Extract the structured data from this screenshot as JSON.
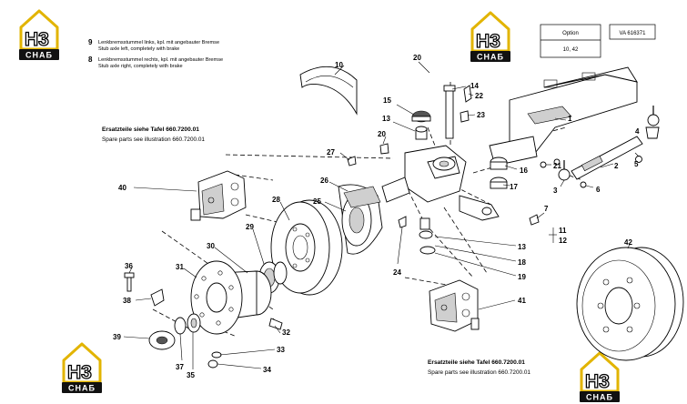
{
  "logos": [
    {
      "id": "top-left",
      "big": "H3",
      "small": "СНАБ"
    },
    {
      "id": "top-center",
      "big": "H3",
      "small": "СНАБ"
    },
    {
      "id": "bottom-left",
      "big": "H3",
      "small": "СНАБ"
    },
    {
      "id": "bottom-right",
      "big": "H3",
      "small": "СНАБ"
    }
  ],
  "legend": [
    {
      "number": "9",
      "line_de": "Lenkbremsstummel links, kpl. mit angebauter Bremse",
      "line_en": "Stub axle left, completely with brake"
    },
    {
      "number": "8",
      "line_de": "Lenkbremsstummel rechts, kpl. mit angebauter Bremse",
      "line_en": "Stub axle right, completely with brake"
    }
  ],
  "option_box": {
    "header": "Option",
    "values": "10, 42",
    "code": "VA 616371"
  },
  "spare_refs": {
    "top": {
      "de": "Ersatzteile siehe Tafel 660.7200.01",
      "en": "Spare parts see illustration 660.7200.01"
    },
    "bottom": {
      "de": "Ersatzteile siehe Tafel 660.7200.01",
      "en": "Spare parts see illustration 660.7200.01"
    }
  },
  "part_labels": {
    "p1": "1",
    "p2": "2",
    "p3": "3",
    "p4": "4",
    "p5": "5",
    "p6": "6",
    "p7": "7",
    "p10": "10",
    "p11": "11",
    "p12": "12",
    "p13a": "13",
    "p13b": "13",
    "p14": "14",
    "p15": "15",
    "p16": "16",
    "p17": "17",
    "p18": "18",
    "p19": "19",
    "p20a": "20",
    "p20b": "20",
    "p21": "21",
    "p22": "22",
    "p23": "23",
    "p24": "24",
    "p25": "25",
    "p26": "26",
    "p27": "27",
    "p28": "28",
    "p29": "29",
    "p30": "30",
    "p31": "31",
    "p32": "32",
    "p33": "33",
    "p34": "34",
    "p35": "35",
    "p36": "36",
    "p37": "37",
    "p38": "38",
    "p39": "39",
    "p40": "40",
    "p41": "41",
    "p42": "42"
  }
}
